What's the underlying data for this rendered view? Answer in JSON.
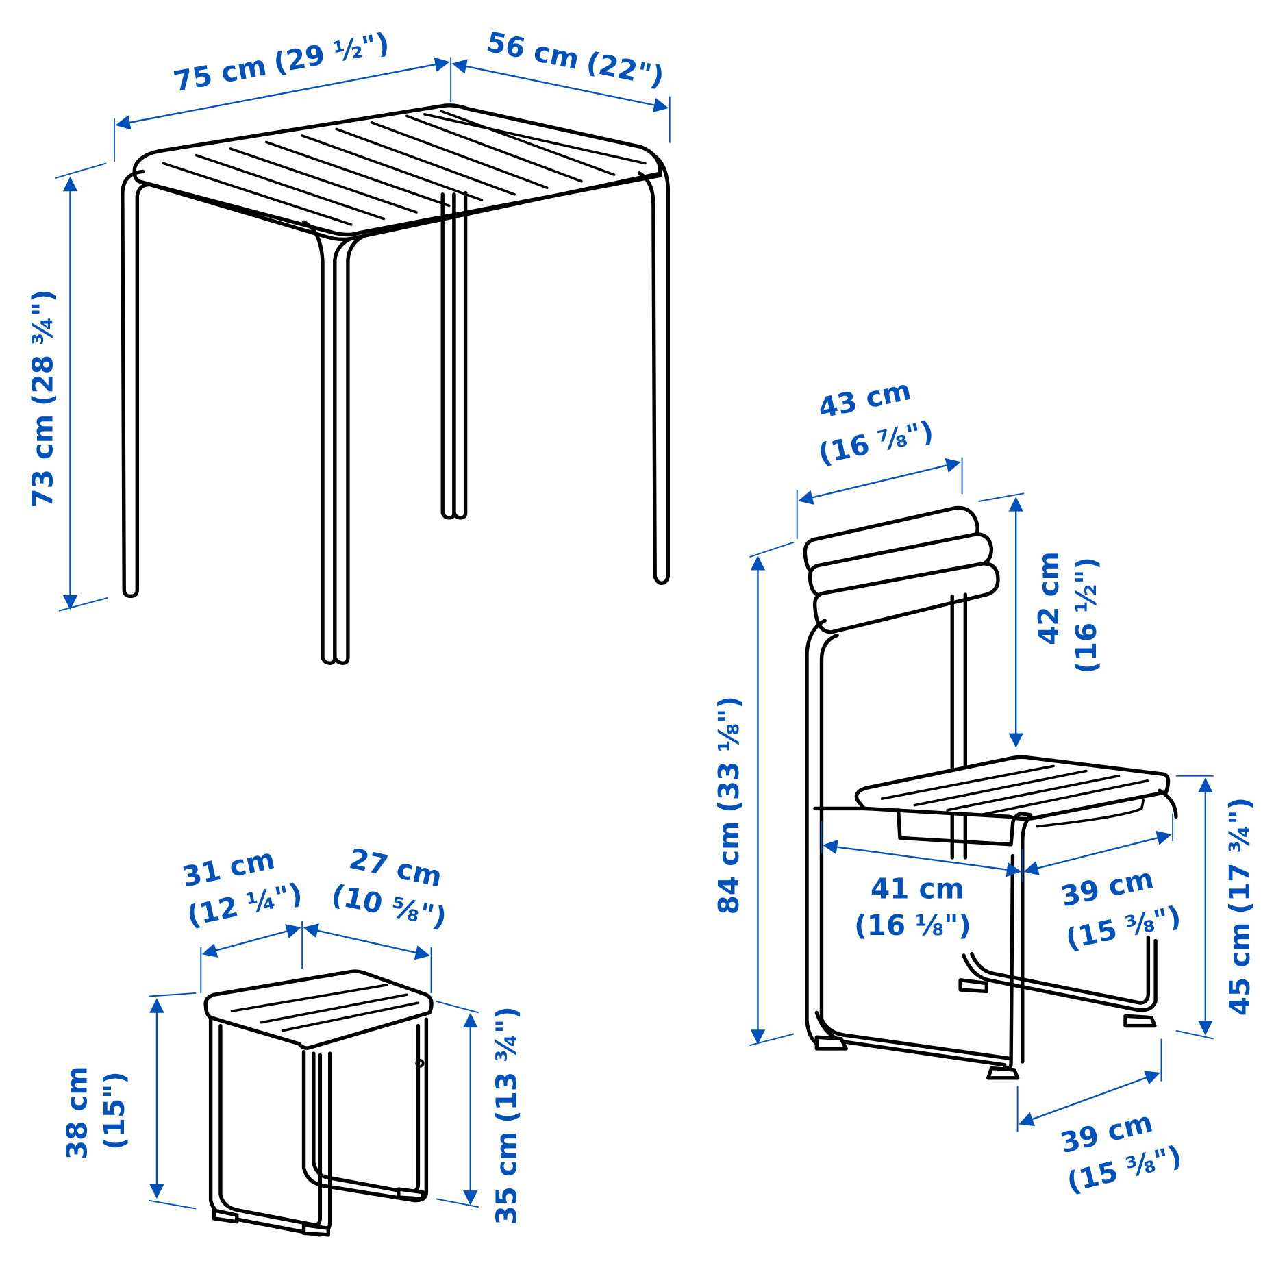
{
  "diagram": {
    "type": "furniture-dimension-drawing",
    "accent_color": "#0051BA",
    "line_color": "#000000",
    "background": "#FFFFFF"
  },
  "table": {
    "width": {
      "cm": "75 cm",
      "inch": "(29 ½\")"
    },
    "depth": {
      "cm": "56 cm",
      "inch": "(22\")"
    },
    "height": {
      "cm": "73 cm",
      "inch": "(28 ¾\")"
    }
  },
  "chair": {
    "backrest_width": {
      "cm": "43 cm",
      "inch": "(16 ⅞\")"
    },
    "backrest_height": {
      "cm": "42 cm",
      "inch": "(16 ½\")"
    },
    "total_height": {
      "cm": "84 cm",
      "inch": "(33 ⅛\")"
    },
    "seat_width": {
      "cm": "41 cm",
      "inch": "(16 ⅛\")"
    },
    "seat_depth": {
      "cm": "39 cm",
      "inch": "(15 ⅜\")"
    },
    "seat_height": {
      "cm": "45 cm",
      "inch": "(17 ¾\")"
    },
    "base_depth": {
      "cm": "39 cm",
      "inch": "(15 ⅜\")"
    }
  },
  "stool": {
    "width": {
      "cm": "31 cm",
      "inch": "(12 ¼\")"
    },
    "depth": {
      "cm": "27 cm",
      "inch": "(10 ⅝\")"
    },
    "total_height": {
      "cm": "38 cm",
      "inch": "(15\")"
    },
    "seat_height": {
      "cm": "35 cm",
      "inch": "(13 ¾\")"
    }
  }
}
